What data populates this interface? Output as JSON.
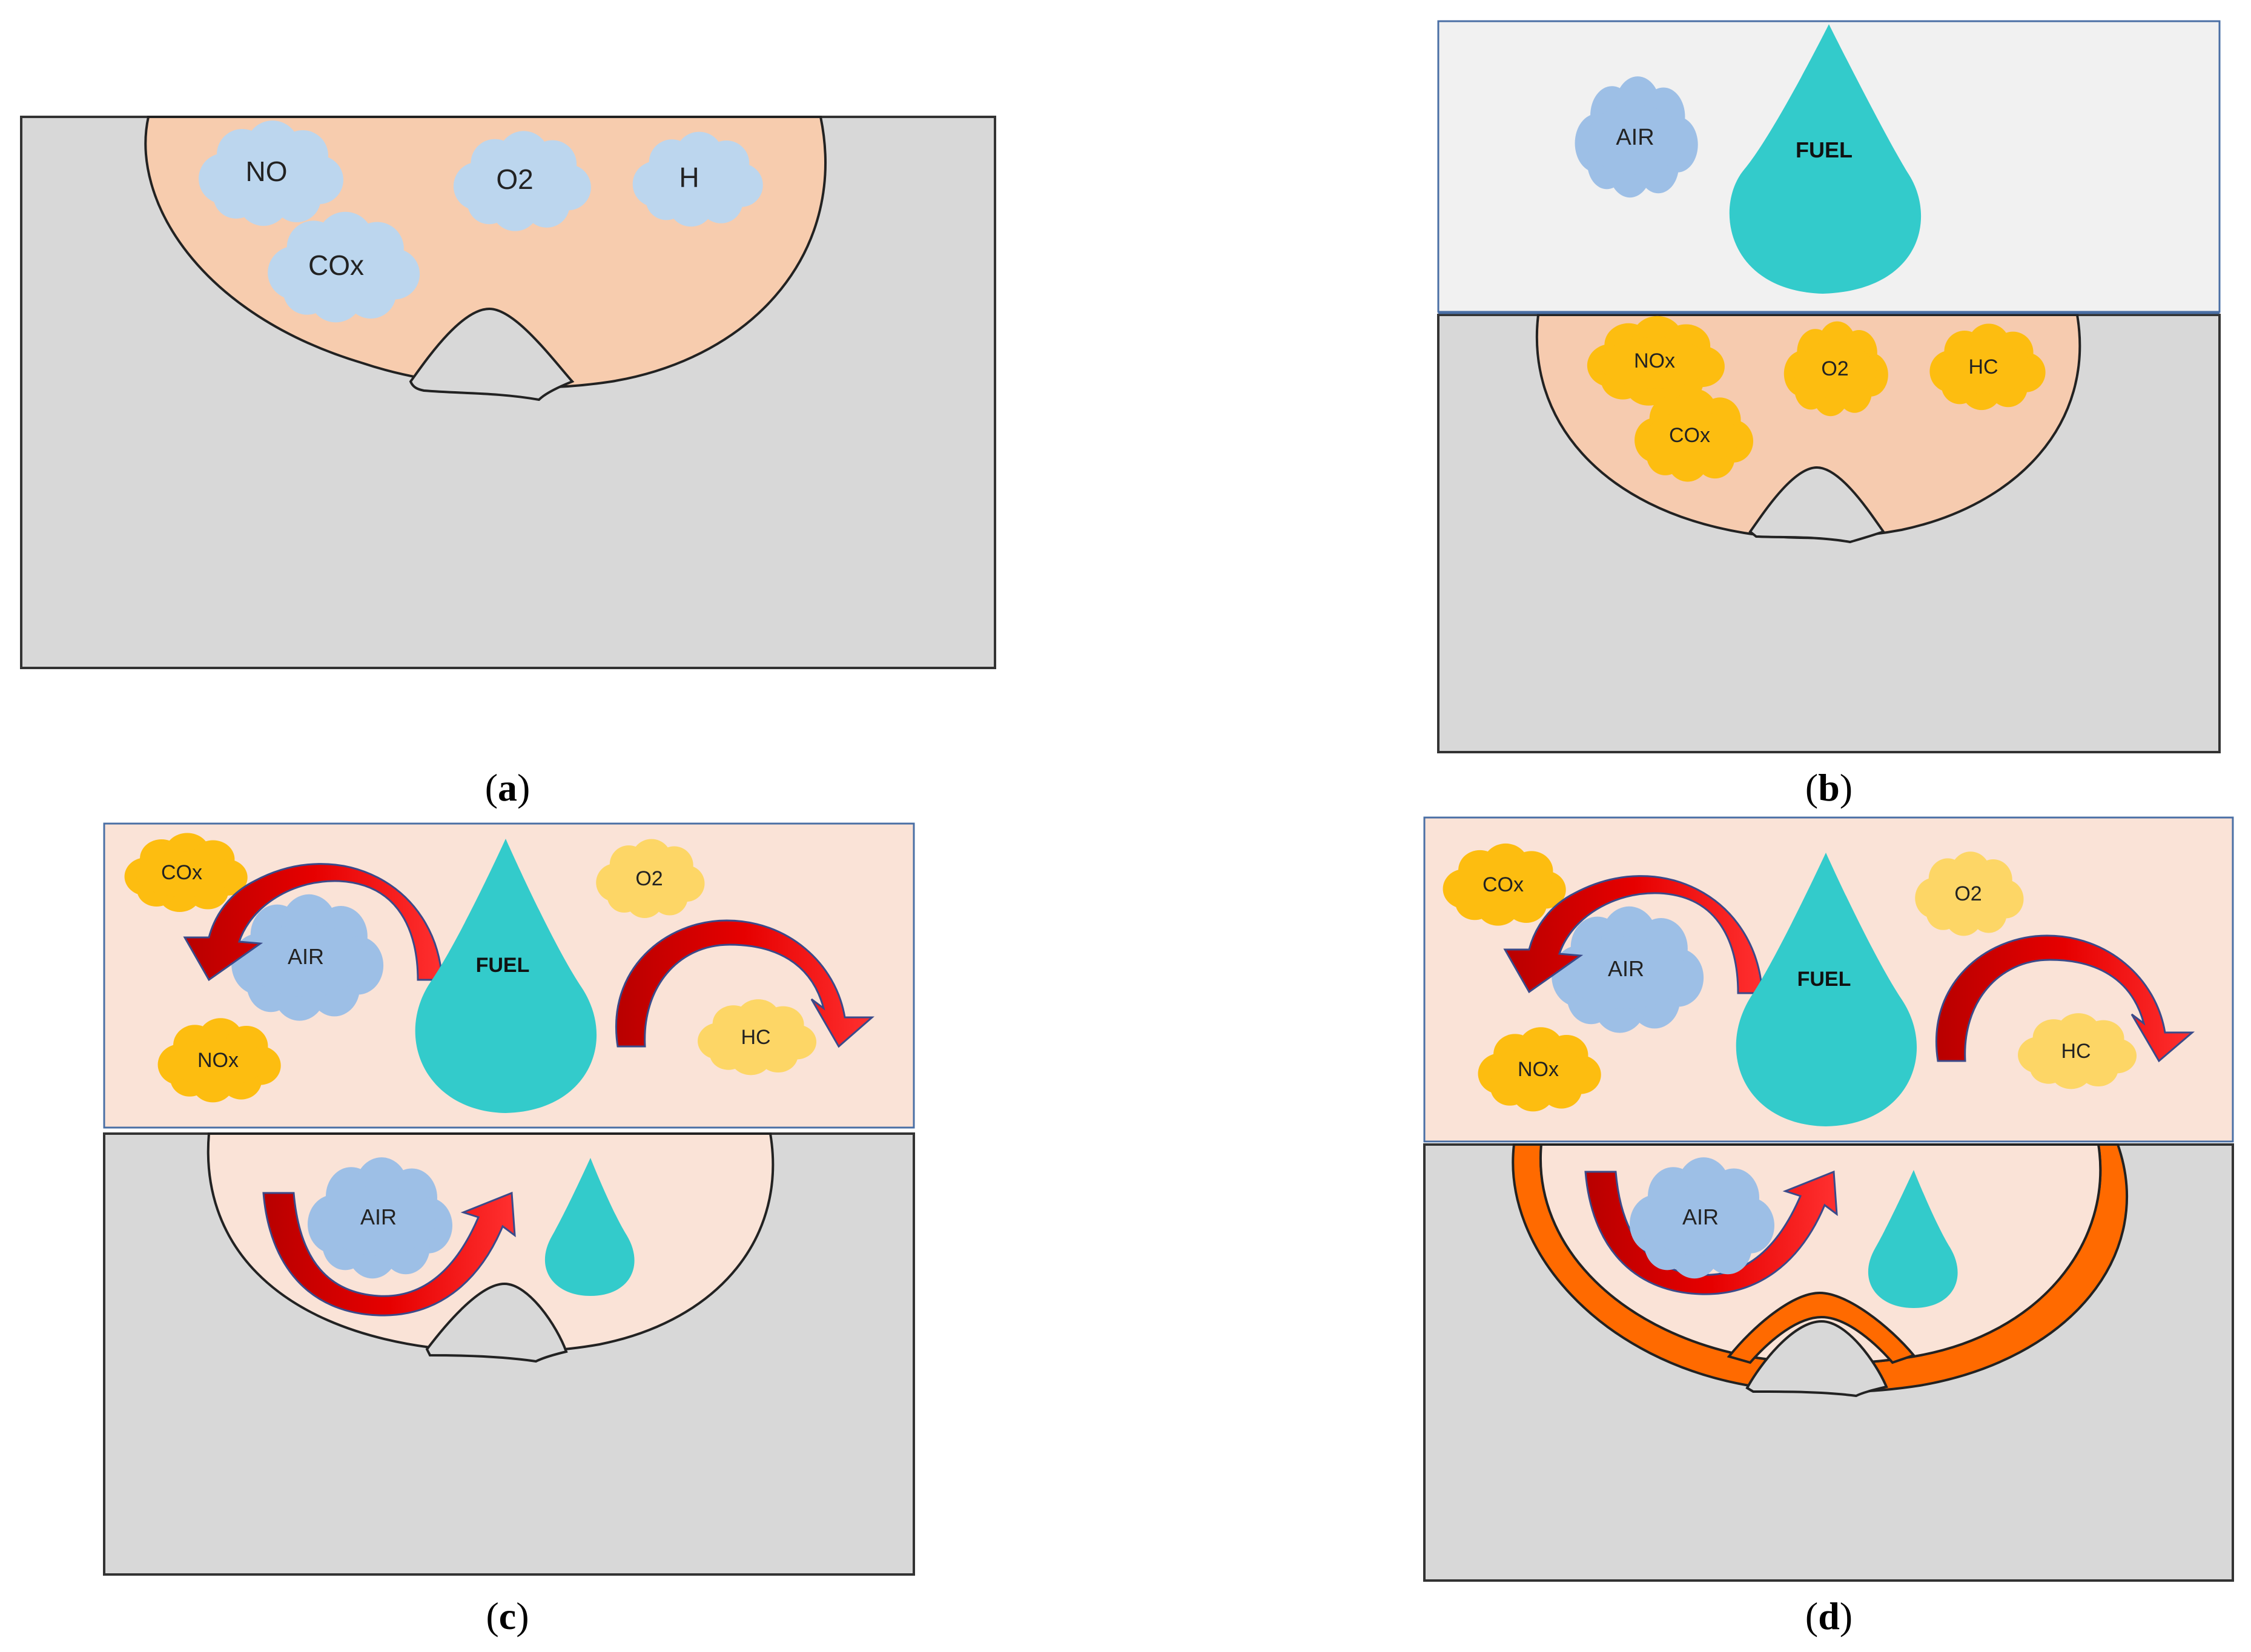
{
  "colors": {
    "block": "#d8d8d8",
    "pool_a": "#f7ccae",
    "pool_b": "#f6cbaf",
    "pool_light": "#fae3d7",
    "gas_light": "#f1f1f1",
    "cloud_blue": "#a7c5e8",
    "cloud_blue_dark": "#9dbfe6",
    "cloud_orange": "#fdbd10",
    "cloud_yellow": "#fdd666",
    "fuel": "#33cbcb",
    "arrow": "#cc0000",
    "arrow_light": "#ff2a2a",
    "orange_band": "#ff6a00"
  },
  "panels": {
    "a": {
      "caption_open": "(",
      "caption_letter": "a",
      "caption_close": ")",
      "clouds": [
        "NO",
        "O2",
        "H",
        "COx"
      ]
    },
    "b": {
      "caption_open": "(",
      "caption_letter": "b",
      "caption_close": ")",
      "air": "AIR",
      "fuel": "FUEL",
      "clouds": [
        "NOx",
        "O2",
        "HC",
        "COx"
      ]
    },
    "c": {
      "caption_open": "(",
      "caption_letter": "c",
      "caption_close": ")",
      "air_top": "AIR",
      "fuel": "FUEL",
      "clouds": [
        "COx",
        "O2",
        "NOx",
        "HC"
      ],
      "air_pool": "AIR"
    },
    "d": {
      "caption_open": "(",
      "caption_letter": "d",
      "caption_close": ")",
      "air_top": "AIR",
      "fuel": "FUEL",
      "clouds": [
        "COx",
        "O2",
        "NOx",
        "HC"
      ],
      "air_pool": "AIR"
    }
  }
}
